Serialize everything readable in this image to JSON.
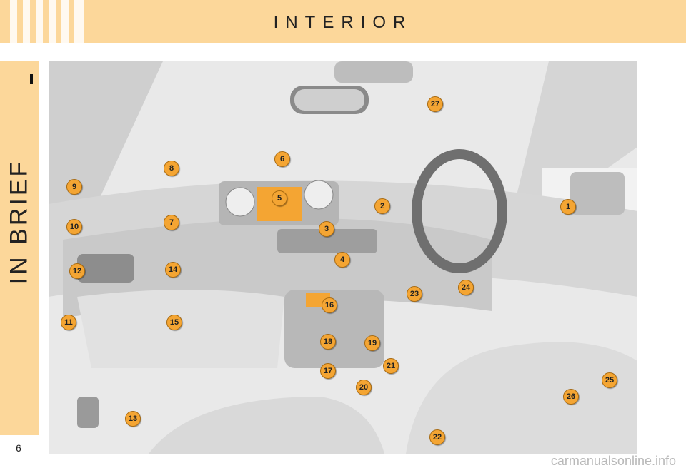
{
  "header": {
    "title": "INTERIOR"
  },
  "sidebar": {
    "label": "IN BRIEF"
  },
  "page_number": "6",
  "watermark": "carmanualsonline.info",
  "colors": {
    "accent": "#fcd79a",
    "marker": "#f4a533"
  },
  "markers": [
    {
      "label": "1",
      "id": "marker-1"
    },
    {
      "label": "2",
      "id": "marker-2"
    },
    {
      "label": "3",
      "id": "marker-3"
    },
    {
      "label": "4",
      "id": "marker-4"
    },
    {
      "label": "5",
      "id": "marker-5"
    },
    {
      "label": "6",
      "id": "marker-6"
    },
    {
      "label": "7",
      "id": "marker-7"
    },
    {
      "label": "8",
      "id": "marker-8"
    },
    {
      "label": "9",
      "id": "marker-9"
    },
    {
      "label": "10",
      "id": "marker-10"
    },
    {
      "label": "11",
      "id": "marker-11"
    },
    {
      "label": "12",
      "id": "marker-12"
    },
    {
      "label": "13",
      "id": "marker-13"
    },
    {
      "label": "14",
      "id": "marker-14"
    },
    {
      "label": "15",
      "id": "marker-15"
    },
    {
      "label": "16",
      "id": "marker-16"
    },
    {
      "label": "17",
      "id": "marker-17"
    },
    {
      "label": "18",
      "id": "marker-18"
    },
    {
      "label": "19",
      "id": "marker-19"
    },
    {
      "label": "20",
      "id": "marker-20"
    },
    {
      "label": "21",
      "id": "marker-21"
    },
    {
      "label": "22",
      "id": "marker-22"
    },
    {
      "label": "23",
      "id": "marker-23"
    },
    {
      "label": "24",
      "id": "marker-24"
    },
    {
      "label": "25",
      "id": "marker-25"
    },
    {
      "label": "26",
      "id": "marker-26"
    },
    {
      "label": "27",
      "id": "marker-27"
    }
  ]
}
